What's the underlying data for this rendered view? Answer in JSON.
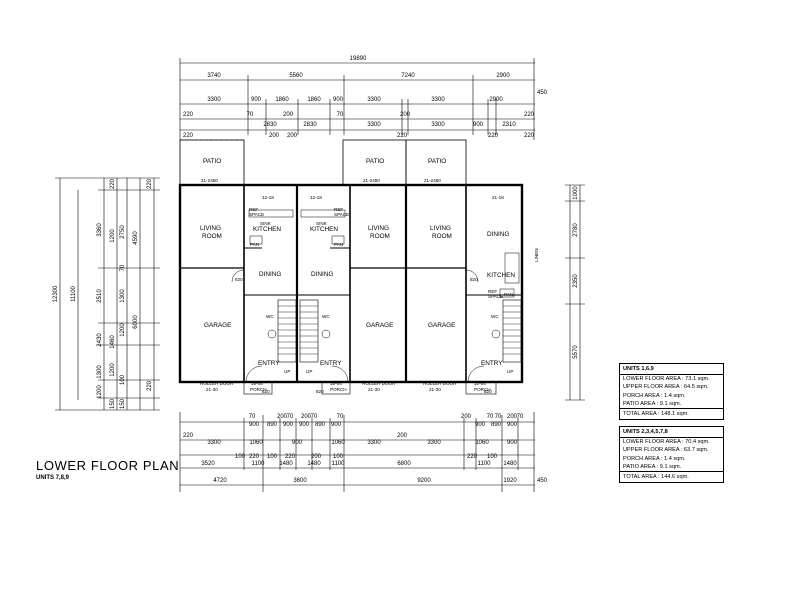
{
  "title": "LOWER FLOOR PLAN",
  "subtitle": "UNITS 7,8,9",
  "schedules": [
    {
      "heading": "UNITS 1,6,9",
      "lines": [
        "LOWER FLOOR AREA : 73.1 sqm.",
        "UPPER FLOOR AREA : 64.5 sqm.",
        "PORCH AREA : 1.4 sqm.",
        "PATIO AREA : 9.1 sqm."
      ],
      "total": "TOTAL AREA : 148.1 sqm."
    },
    {
      "heading": "UNITS 2,3,4,5,7,8",
      "lines": [
        "LOWER FLOOR AREA : 70.4 sqm.",
        "UPPER FLOOR AREA : 63.7 sqm.",
        "PORCH AREA : 1.4 sqm.",
        "PATIO AREA : 9.1 sqm."
      ],
      "total": "TOTAL AREA : 144.6 sqm."
    }
  ],
  "dimensions": {
    "top_overall": "19890",
    "top_row1": [
      "3740",
      "5560",
      "7240",
      "2900"
    ],
    "top_row2": [
      "3300",
      "900",
      "1860",
      "1860",
      "900",
      "3300",
      "3300",
      "2900"
    ],
    "top_row3": [
      "220",
      "70",
      "2830",
      "200",
      "2830",
      "70",
      "3300",
      "200",
      "3300",
      "900",
      "2310",
      "220"
    ],
    "top_row4": [
      "220",
      "200",
      "200",
      "220",
      "220",
      "220"
    ],
    "top_side": "450",
    "bottom_row1": [
      "70",
      "200",
      "70",
      "200",
      "70",
      "70",
      "200",
      "70",
      "70",
      "200",
      "70"
    ],
    "bottom_row1b": [
      "900",
      "890",
      "900",
      "900",
      "890",
      "900",
      "900",
      "890",
      "900"
    ],
    "bottom_row2": [
      "220",
      "3300",
      "1060",
      "900",
      "1060",
      "3300",
      "200",
      "3300",
      "1060",
      "900"
    ],
    "bottom_row3": [
      "100",
      "220",
      "100",
      "220",
      "200",
      "100",
      "220",
      "100"
    ],
    "bottom_row4": [
      "3520",
      "1100",
      "1480",
      "1480",
      "1100",
      "6800",
      "1100",
      "1480"
    ],
    "bottom_overall": [
      "4720",
      "3600",
      "9200",
      "1920"
    ],
    "bottom_side": "450",
    "left_outer": "12300",
    "left_second": "11100",
    "left_cols": [
      "3360",
      "2510",
      "2430",
      "1300",
      "1200"
    ],
    "left_small": [
      "220",
      "1200",
      "1460",
      "1200",
      "150",
      "2750",
      "1300",
      "1200",
      "70",
      "100",
      "150"
    ],
    "left_third": [
      "4590",
      "6000",
      "220",
      "220"
    ],
    "right_dims": [
      "1000",
      "2780",
      "2350",
      "5570"
    ]
  },
  "rooms": {
    "patio": "PATIO",
    "living": "LIVING",
    "room": "ROOM",
    "kitchen": "KITCHEN",
    "dining": "DINING",
    "garage": "GARAGE",
    "entry": "ENTRY",
    "roller_door": "ROLLER DOOR",
    "roller_size": "21-30",
    "porch": "PORCH",
    "pan": "PAN",
    "pan2": "PAN",
    "up": "UP",
    "wc": "WC",
    "sink": "SINK",
    "space": "SPACE",
    "ref": "REF",
    "door_820": "820",
    "door_720": "2/720",
    "window_2145": "21-2450",
    "window_1218": "12-18",
    "window_2118": "21-18",
    "door_0806": "18-06",
    "window_1006": "10-06",
    "linen": "LINEN"
  }
}
